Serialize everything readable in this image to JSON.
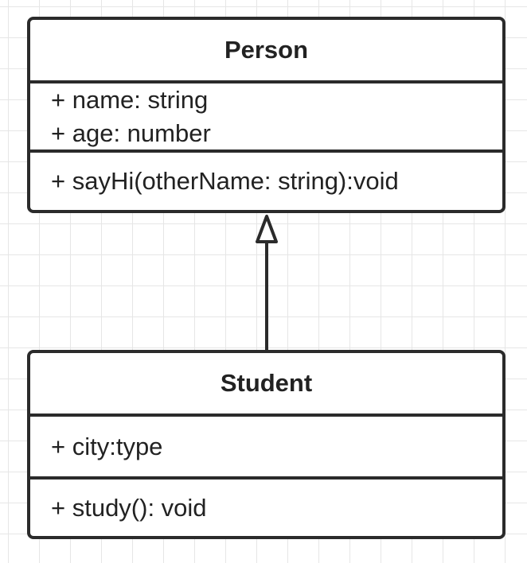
{
  "classes": {
    "person": {
      "name": "Person",
      "attributes": [
        "+ name: string",
        "+ age: number"
      ],
      "methods": [
        "+ sayHi(otherName: string):void"
      ]
    },
    "student": {
      "name": "Student",
      "attributes": [
        "+ city:type"
      ],
      "methods": [
        "+ study(): void"
      ]
    }
  },
  "relations": [
    {
      "type": "inheritance",
      "from": "Student",
      "to": "Person"
    }
  ],
  "colors": {
    "stroke": "#2b2b2b",
    "grid": "#e6e6e6",
    "background": "#ffffff"
  }
}
